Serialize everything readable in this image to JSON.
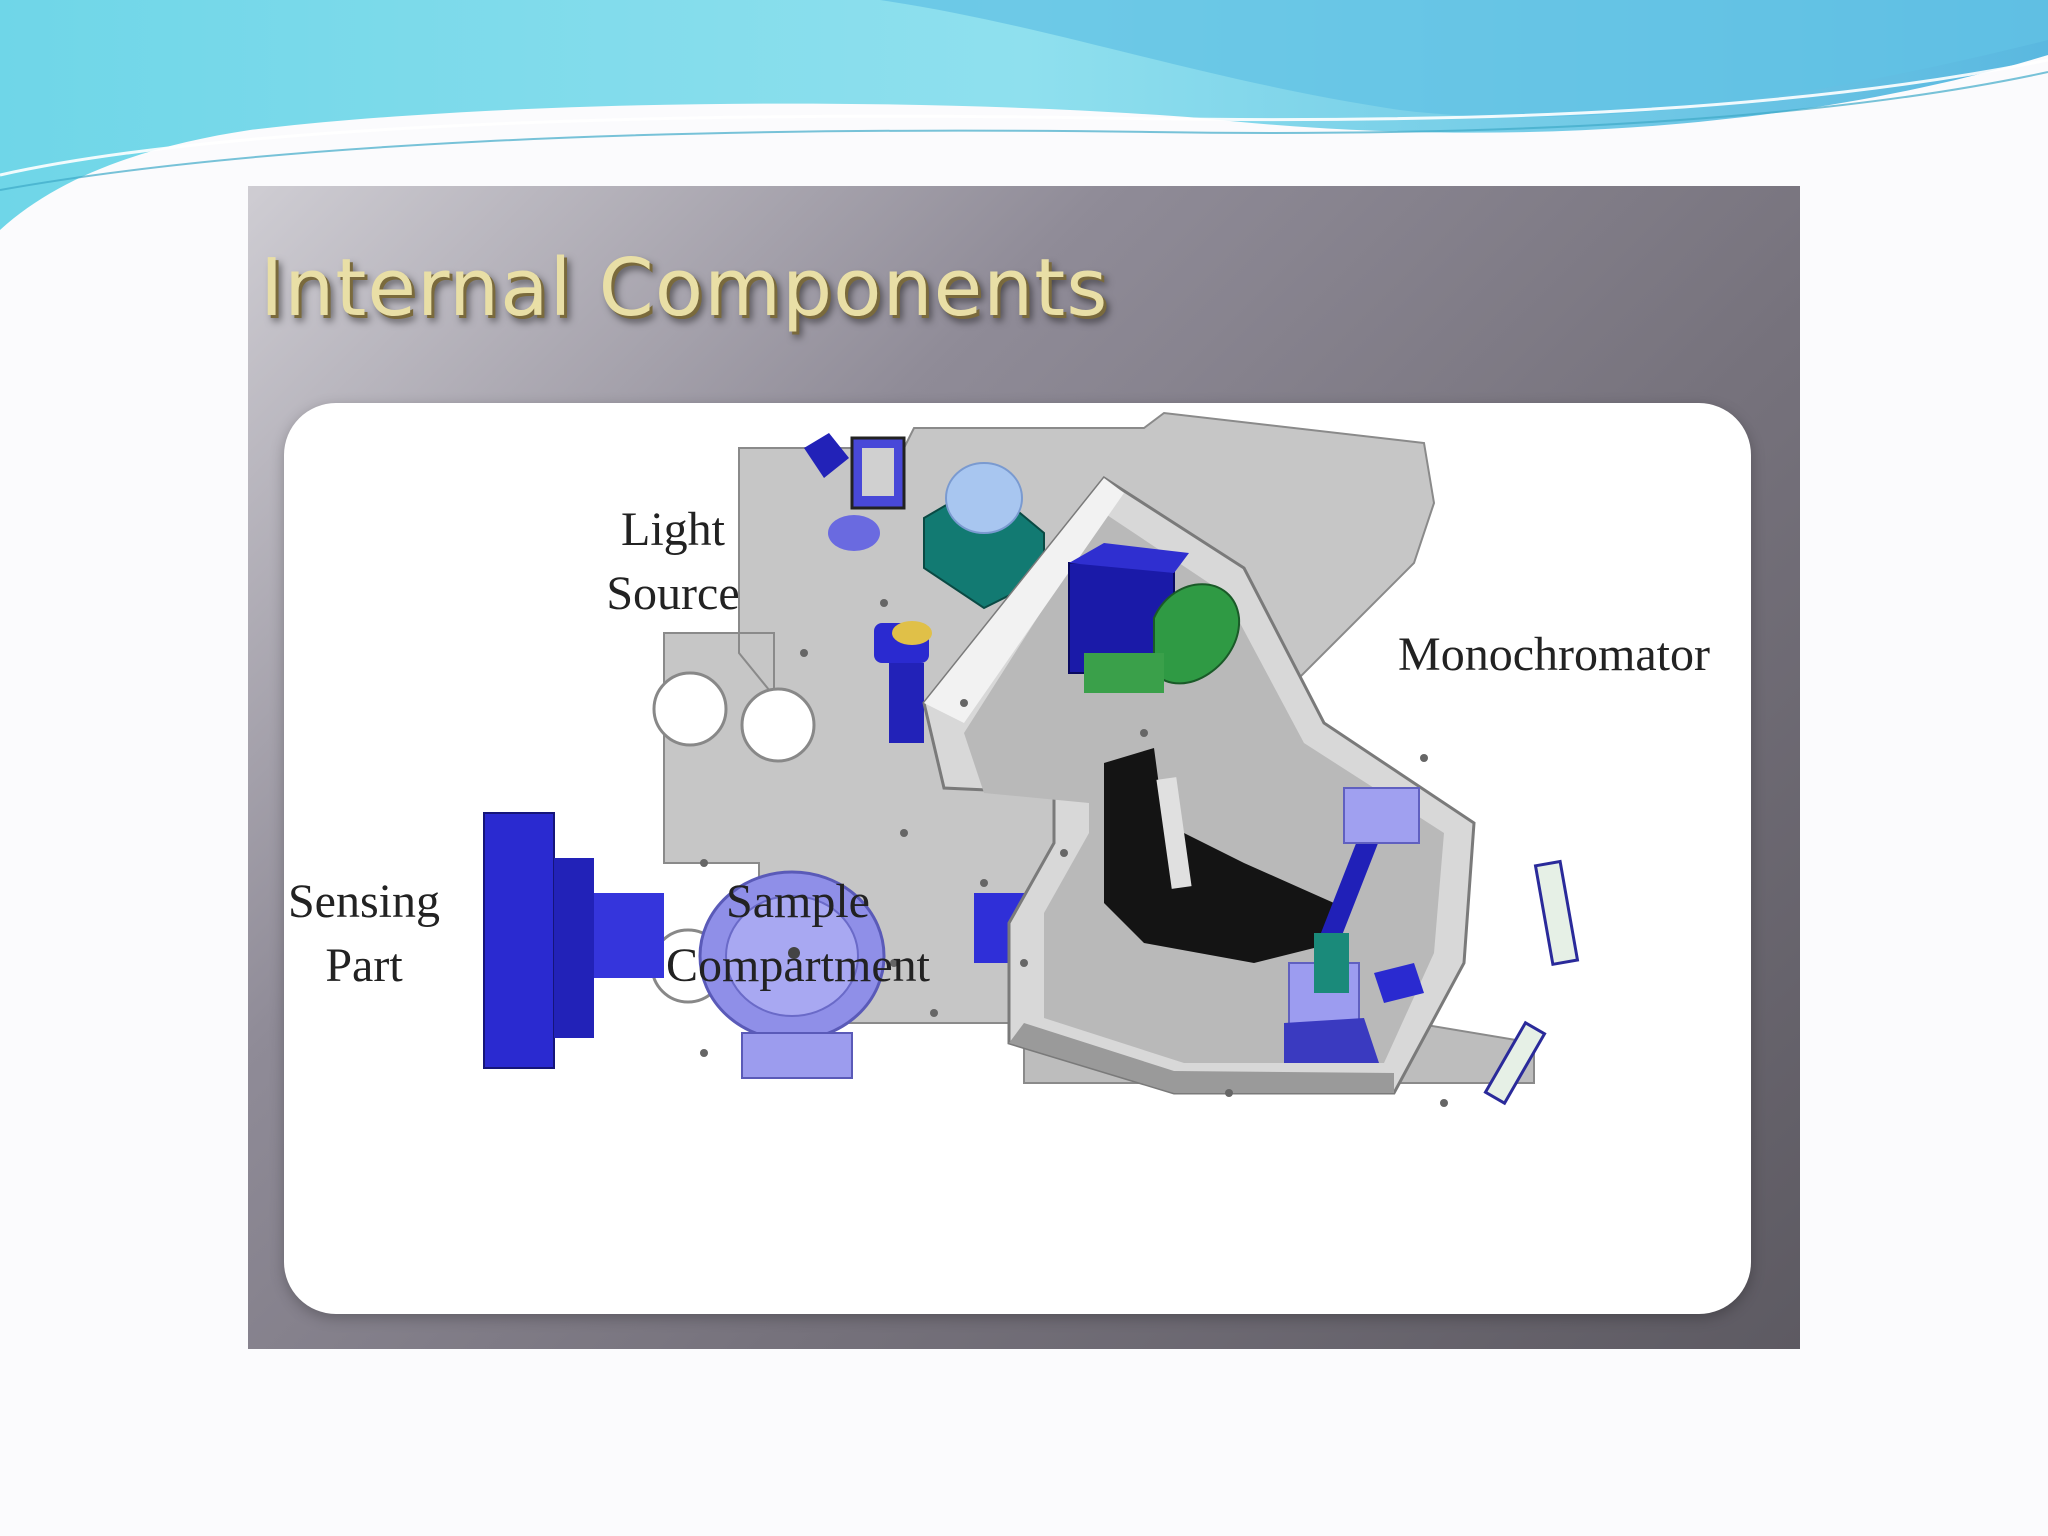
{
  "slide": {
    "title": "Internal Components"
  },
  "diagram": {
    "labels": {
      "light_source_line1": "Light",
      "light_source_line2": "Source",
      "monochromator": "Monochromator",
      "sensing_line1": "Sensing",
      "sensing_line2": "Part",
      "sample_line1": "Sample",
      "sample_line2": "Compartment"
    }
  },
  "colors": {
    "header_wave": "#5ccfe6",
    "title_gold": "#e9dfa6",
    "plate_gray": "#c7c7c7",
    "component_blue": "#2a2ad0",
    "lavender": "#9898f0",
    "teal": "#127a72"
  }
}
